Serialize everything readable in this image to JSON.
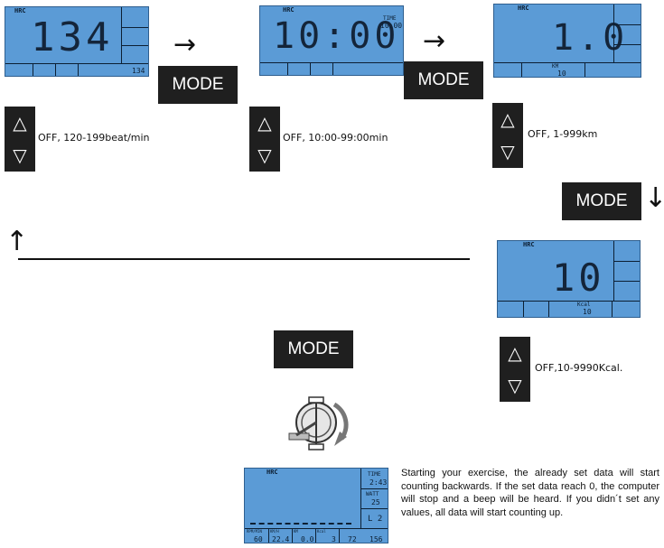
{
  "common": {
    "lcd_header": "HRC",
    "mode_label": "MODE"
  },
  "screens": [
    {
      "name": "heart-rate",
      "big": "134",
      "small": "134"
    },
    {
      "name": "time",
      "big": "10:00",
      "side_label": "TIME",
      "side_value": "10:00"
    },
    {
      "name": "distance",
      "big": "1.0",
      "unit": "KM",
      "small": "10"
    },
    {
      "name": "calories",
      "big": "10",
      "unit": "Kcal",
      "small": "10"
    }
  ],
  "ranges": [
    "OFF, 120-199beat/min",
    "OFF, 10:00-99:00min",
    "OFF, 1-999km",
    "OFF,10-9990Kcal."
  ],
  "arrows": {
    "right": "→",
    "down": "↓",
    "up": "↑",
    "up_tri": "△",
    "down_tri": "▽"
  },
  "final_display": {
    "time_label": "TIME",
    "time_value": "2:43",
    "watt_label": "WATT",
    "watt_value": "25",
    "level": "L 2",
    "bottom_labels": [
      "RPM/MIN",
      "KM/H",
      "KM",
      "Kcal"
    ],
    "bottom_values": [
      "60",
      "22.4",
      "0.0",
      "3",
      "72",
      "156"
    ]
  },
  "description": "Starting your exercise, the already set data will start counting backwards.  If the set data reach 0, the computer will stop and a beep will be heard. If you didn´t set any values, all data will start counting up."
}
